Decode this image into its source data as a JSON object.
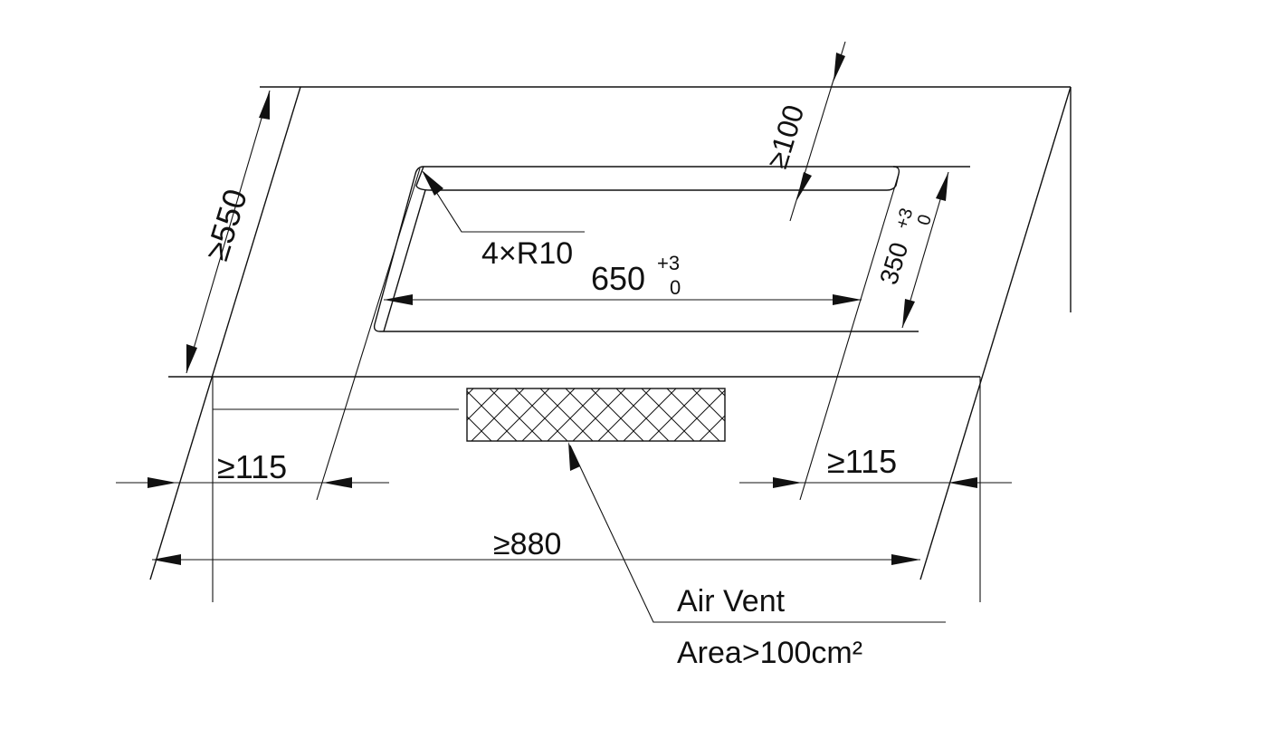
{
  "diagram": {
    "line_color": "#111111",
    "background": "#ffffff",
    "labels": {
      "depth": "≥550",
      "rear_clearance": "≥100",
      "corner_radius": "4×R10",
      "cutout_width": "650",
      "cutout_width_tol_upper": "+3",
      "cutout_width_tol_lower": "0",
      "cutout_depth": "350",
      "cutout_depth_tol_upper": "+3",
      "cutout_depth_tol_lower": "0",
      "left_clearance": "≥115",
      "right_clearance": "≥115",
      "total_width": "≥880",
      "vent_label": "Air Vent",
      "vent_area": "Area>100cm²"
    }
  }
}
